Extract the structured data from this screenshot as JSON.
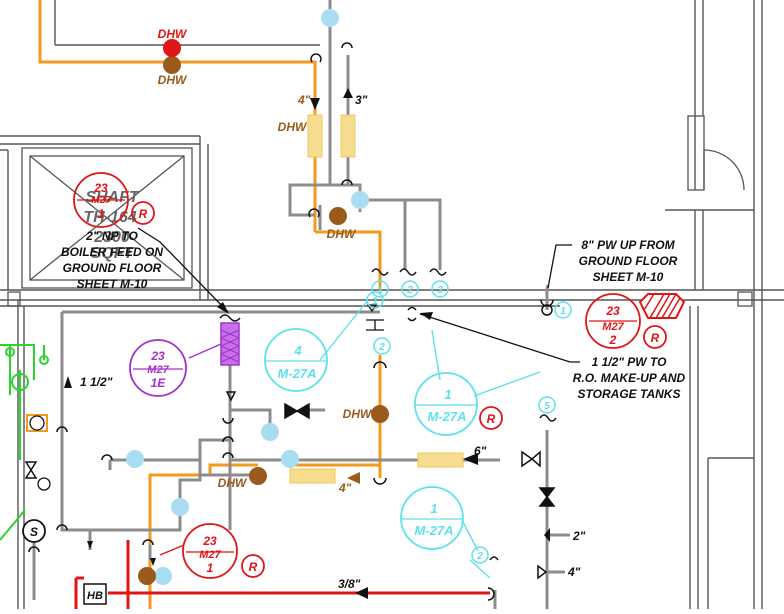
{
  "colors": {
    "orange": "#f39a1e",
    "gray": "#8c8c8c",
    "cyan": "#5fe0ee",
    "cyan_fill": "#a9ddf2",
    "brown": "#9a5a1c",
    "red": "#e01515",
    "purple": "#a233c9",
    "purple_fill": "#c570e8",
    "green": "#2bd42b",
    "tan": "#f6dc8e",
    "black": "#111111",
    "wall": "#555555"
  },
  "labels": {
    "dhw_red": "DHW",
    "dhw_brown_top": "DHW",
    "dhw_vertical": "DHW",
    "dhw_right_of_stack": "DHW",
    "dhw_middle": "DHW",
    "dhw_lower": "DHW",
    "size_4_top": "4\"",
    "size_3_top": "3\"",
    "size_1half_left": "1 1/2\"",
    "size_6": "6\"",
    "size_4_mid": "4\"",
    "size_3_8": "3/8\"",
    "size_2_right": "2\"",
    "size_4_right": "4\"",
    "hb": "HB",
    "pump_s": "S"
  },
  "notes": {
    "boiler_feed": [
      "2\" NP TO",
      "BOILER FEED ON",
      "GROUND FLOOR",
      "SHEET M-10"
    ],
    "pw_up": [
      "8\" PW UP FROM",
      "GROUND FLOOR",
      "SHEET M-10"
    ],
    "pw_to_ro": [
      "1 1/2\" PW TO",
      "R.O. MAKE-UP AND",
      "STORAGE TANKS"
    ]
  },
  "shaft": {
    "line1": "SHAFT",
    "line2": "TH-164",
    "line3": "2300",
    "line4": "SQFT"
  },
  "tags": {
    "red_shaft": {
      "top": "23",
      "mid": "M27",
      "bottom": "1",
      "r": "R"
    },
    "red_right": {
      "top": "23",
      "mid": "M27",
      "bottom": "2",
      "r": "R"
    },
    "red_bottom": {
      "top": "23",
      "mid": "M27",
      "bottom": "1",
      "r": "R"
    },
    "purple": {
      "top": "23",
      "mid": "M27",
      "bottom": "1E"
    },
    "cyan_4": {
      "top": "4",
      "bottom": "M-27A"
    },
    "cyan_1_mid": {
      "top": "1",
      "bottom": "M-27A",
      "r": "R"
    },
    "cyan_1_low": {
      "top": "1",
      "bottom": "M-27A"
    }
  },
  "small_tags": {
    "c1_shaft": "1",
    "c2_shaft": "2",
    "c3_shaft": "3",
    "c1_pw": "1",
    "c2_a": "2",
    "c5": "5",
    "c2_b": "2",
    "c1_right": "1"
  }
}
